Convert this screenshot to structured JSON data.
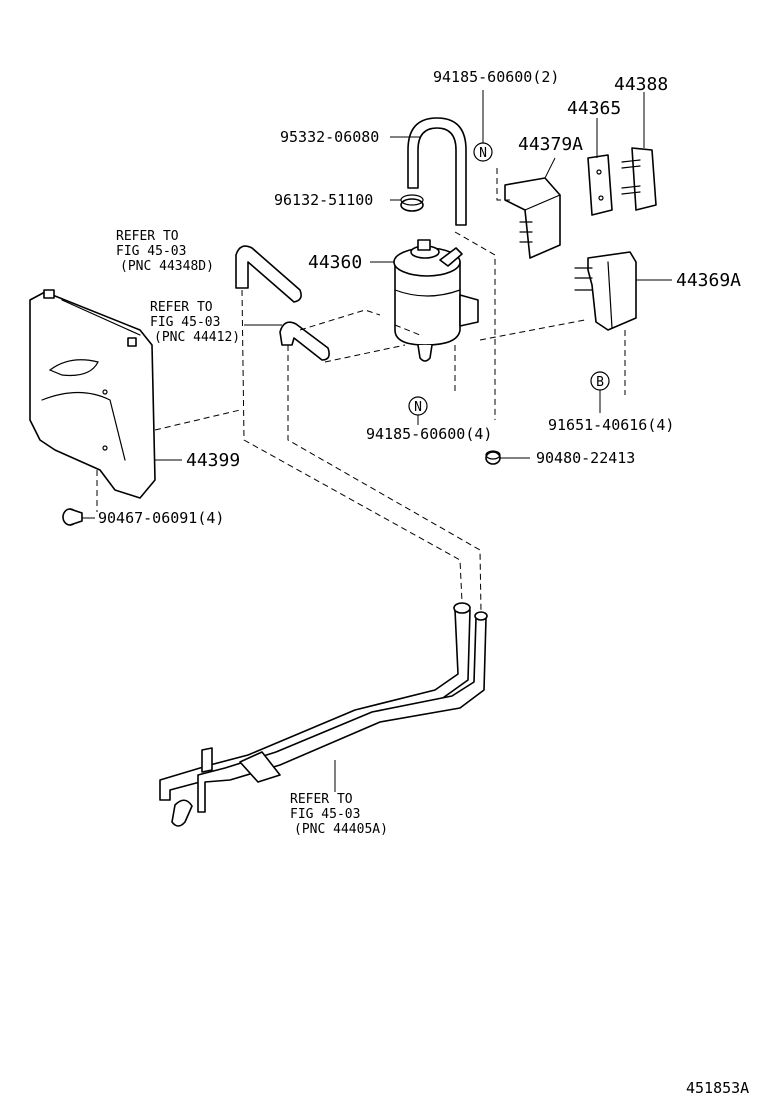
{
  "diagram": {
    "labels": {
      "p94185_2": "94185-60600(2)",
      "p44388": "44388",
      "p95332": "95332-06080",
      "p44365": "44365",
      "p44379a": "44379A",
      "p96132": "96132-51100",
      "ref1_l1": "REFER TO",
      "ref1_l2": "FIG 45-03",
      "ref1_l3": "(PNC 44348D)",
      "p44360": "44360",
      "p44369a": "44369A",
      "ref2_l1": "REFER TO",
      "ref2_l2": "FIG 45-03",
      "ref2_l3": "(PNC 44412)",
      "p94185_4": "94185-60600(4)",
      "p91651": "91651-40616(4)",
      "p90480": "90480-22413",
      "p44399": "44399",
      "p90467": "90467-06091(4)",
      "ref3_l1": "REFER TO",
      "ref3_l2": "FIG 45-03",
      "ref3_l3": "(PNC 44405A)",
      "fig_no": "451853A",
      "mark_n": "N",
      "mark_b": "B"
    }
  }
}
